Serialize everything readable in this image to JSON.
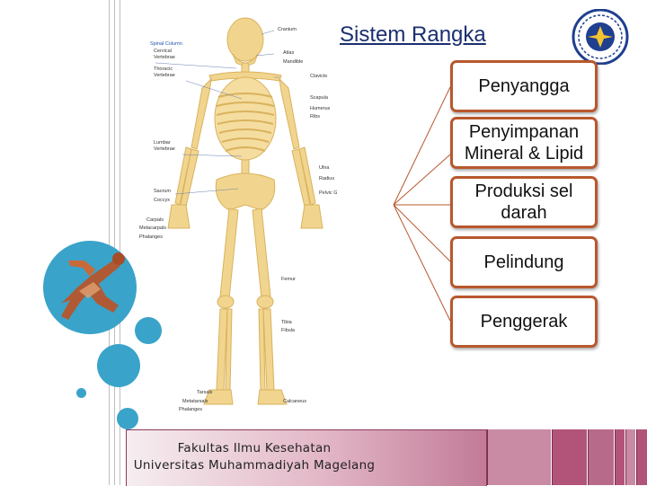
{
  "slide": {
    "title": "Sistem Rangka",
    "functions": [
      "Penyangga",
      "Penyimpanan\nMineral & Lipid",
      "Produksi sel\ndarah",
      "Pelindung",
      "Penggerak"
    ]
  },
  "skeleton_labels": {
    "left": [
      "Spinal Column",
      "Cervical",
      "Vertebrae",
      "Thoracic",
      "Vertebrae",
      "Lumbar",
      "Vertebrae",
      "Sacrum",
      "Coccyx",
      "Carpals",
      "Metacarpals",
      "Phalanges",
      "Tarsals",
      "Metatarsals",
      "Phalanges"
    ],
    "right": [
      "Cranium",
      "Atlas",
      "Mandible",
      "Clavicle",
      "Scapula",
      "Humerus",
      "Ribs",
      "Ulna",
      "Radius",
      "Pelvic Girdle",
      "Femur",
      "Tibia",
      "Fibula",
      "Calcaneus"
    ]
  },
  "footer": {
    "line1": "Fakultas Ilmu Kesehatan",
    "line2": "Universitas Muhammadiyah Magelang"
  },
  "colors": {
    "accent_circle": "#3aa3c9",
    "box_border": "#b8582e",
    "footer_block": "#b2547a",
    "title": "#1a2f6e"
  },
  "icons": [
    "university-seal-icon",
    "runner-anatomy-image",
    "skeleton-diagram"
  ]
}
